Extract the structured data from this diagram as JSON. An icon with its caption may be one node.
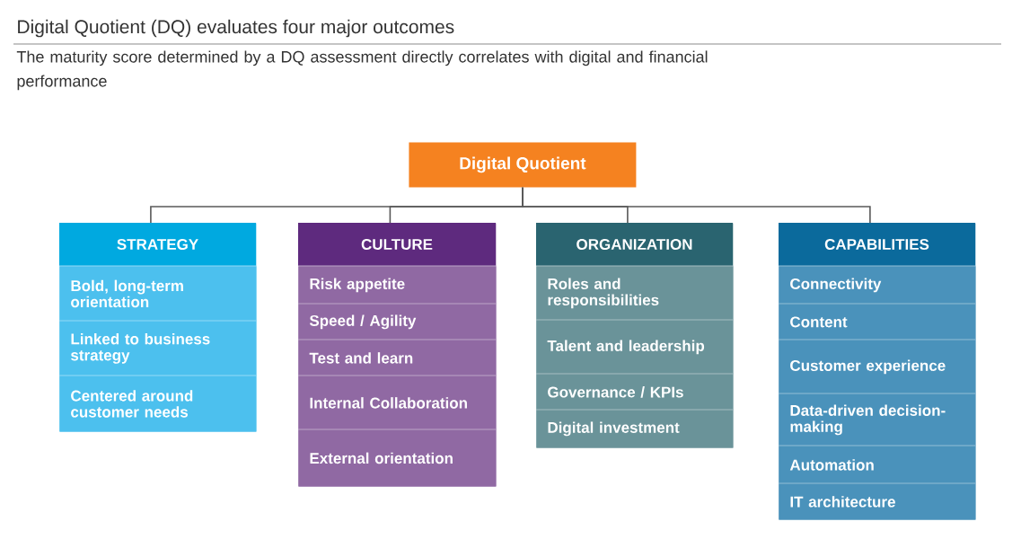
{
  "diagram": {
    "title": "Digital Quotient (DQ) evaluates four major outcomes",
    "caption": "The maturity score determined by a DQ assessment directly correlates with digital and financial performance",
    "nodes": [
      {
        "text": [
          "Digital Quotient"
        ]
      },
      {
        "text": [
          "STRATEGY"
        ]
      },
      {
        "text": [
          "Bold, long-term orientation"
        ],
        "in": 1
      },
      {
        "text": [
          "Linked to business strategy"
        ],
        "in": 1
      },
      {
        "text": [
          "Centered around customer needs"
        ],
        "in": 1
      },
      {
        "text": [
          "CULTURE"
        ]
      },
      {
        "text": [
          "Risk appetite"
        ],
        "in": 5
      },
      {
        "text": [
          "Speed / Agility"
        ],
        "in": 5
      },
      {
        "text": [
          "Test and learn"
        ],
        "in": 5
      },
      {
        "text": [
          "Internal Collaboration"
        ],
        "in": 5
      },
      {
        "text": [
          "External orientation"
        ],
        "in": 5
      },
      {
        "text": [
          "ORGANIZATION"
        ]
      },
      {
        "text": [
          "Roles and responsibilities"
        ],
        "in": 11
      },
      {
        "text": [
          "Talent and leadership"
        ],
        "in": 11
      },
      {
        "text": [
          "Governance / KPIs"
        ],
        "in": 11
      },
      {
        "text": [
          "Digital investment"
        ],
        "in": 11
      },
      {
        "text": [
          "CAPABILITIES"
        ]
      },
      {
        "text": [
          "Connectivity"
        ],
        "in": 16
      },
      {
        "text": [
          "Content"
        ],
        "in": 16
      },
      {
        "text": [
          "Customer experience"
        ],
        "in": 16
      },
      {
        "text": [
          "Data-driven decision-making"
        ],
        "in": 16
      },
      {
        "text": [
          "Automation"
        ],
        "in": 16
      },
      {
        "text": [
          "IT architecture"
        ],
        "in": 16
      }
    ],
    "edges": [
      {
        "from": 0,
        "to": 1,
        "arrow": "none"
      },
      {
        "from": 0,
        "to": 5,
        "arrow": "none"
      },
      {
        "from": 0,
        "to": 11,
        "arrow": "none"
      },
      {
        "from": 0,
        "to": 16,
        "arrow": "none"
      }
    ]
  }
}
